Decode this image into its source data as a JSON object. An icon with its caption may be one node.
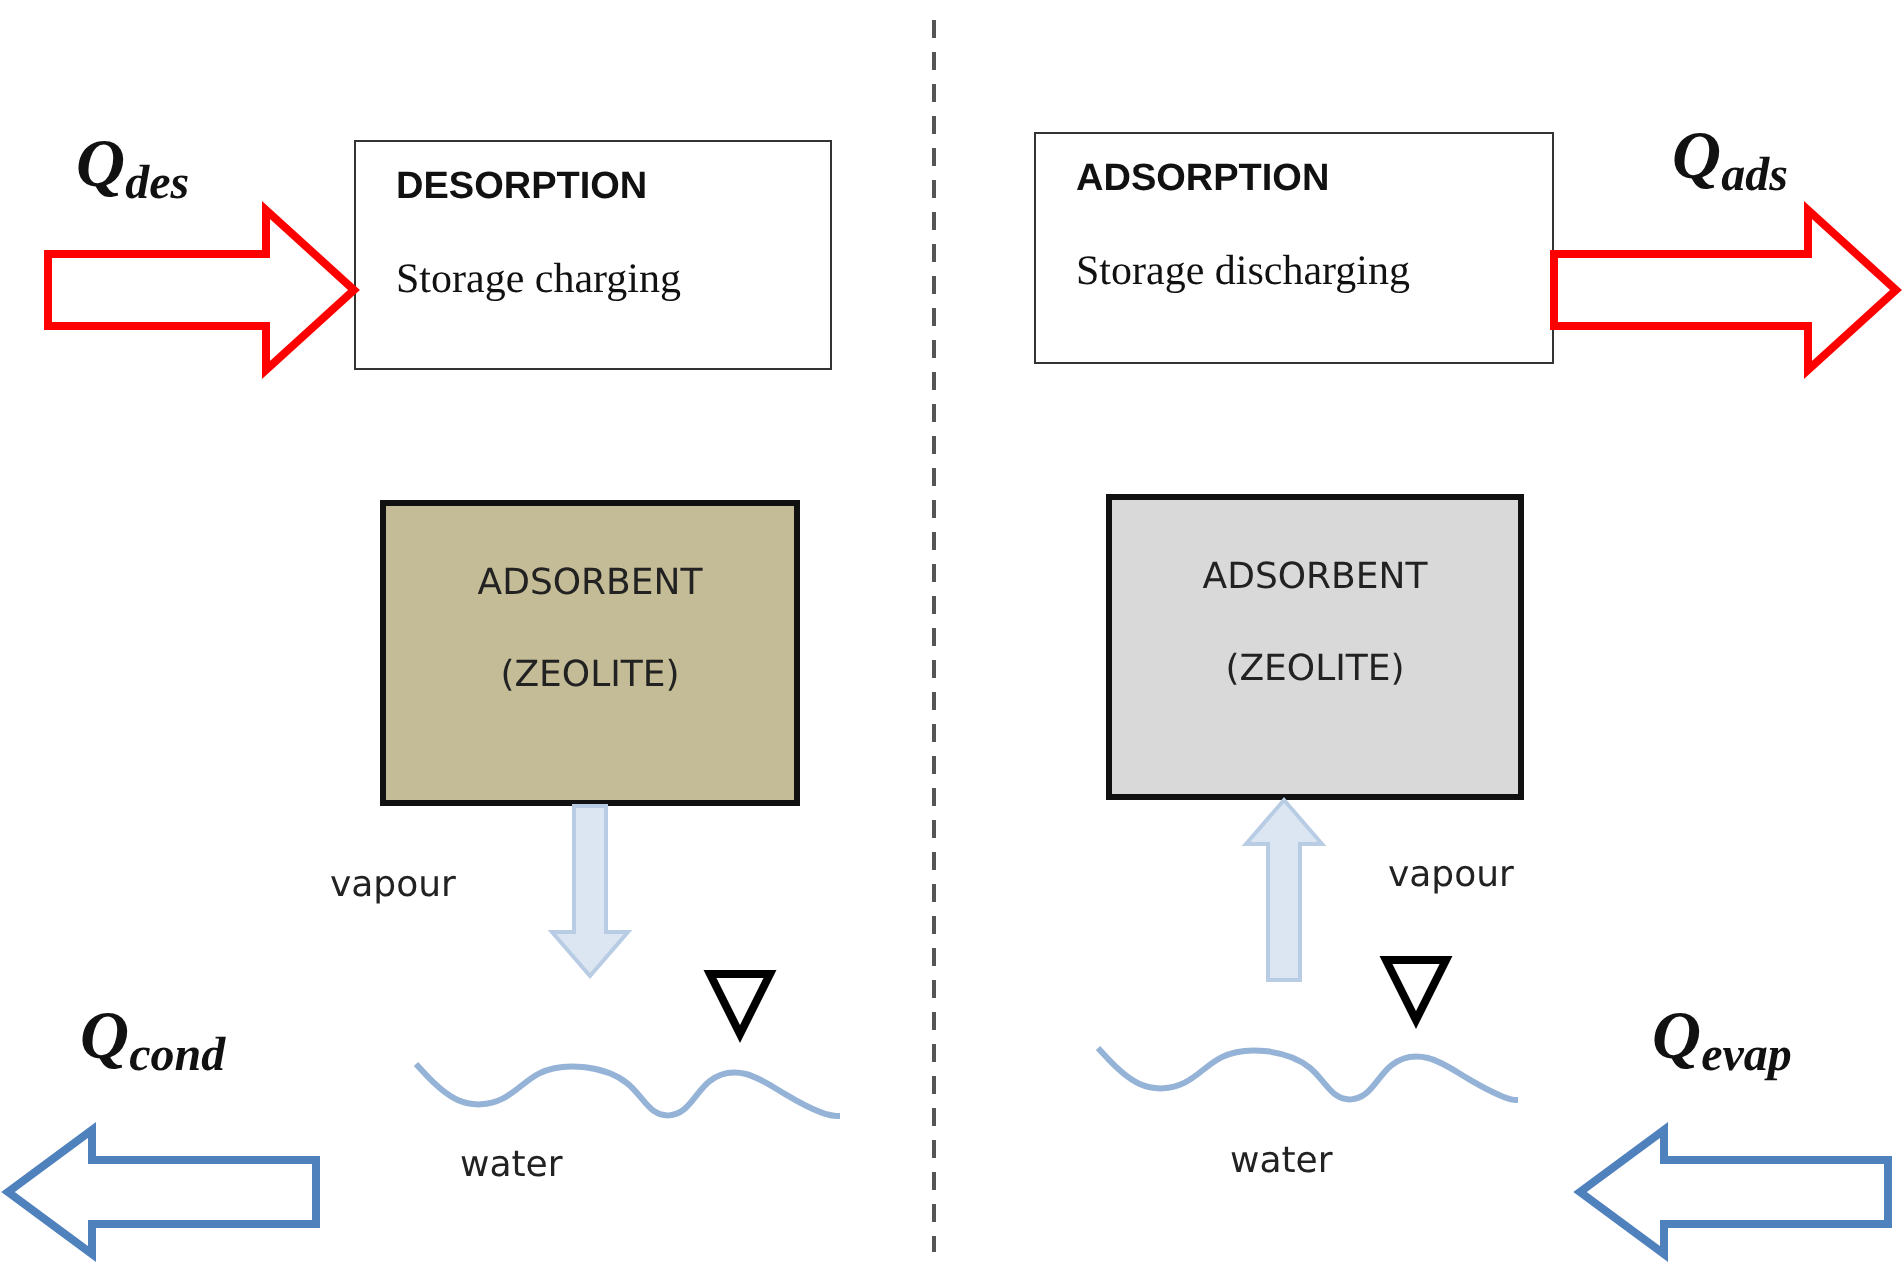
{
  "diagram": {
    "nodes": [
      {
        "text": [
          "DESORPTION",
          "Storage charging"
        ]
      },
      {
        "text": [
          "ADSORPTION",
          "Storage discharging"
        ]
      },
      {
        "text": [
          "ADSORBENT",
          "(ZEOLITE)"
        ]
      },
      {
        "text": [
          "ADSORBENT",
          "(ZEOLITE)"
        ]
      },
      {
        "text": [],
        "shape": "wave",
        "beside": [
          "water"
        ]
      },
      {
        "text": [],
        "shape": "wave",
        "beside": [
          "water"
        ]
      }
    ],
    "edges": [
      {
        "from": null,
        "to": 0,
        "arrow": "to",
        "label": "Q$_{des}$",
        "style": "thick",
        "color": "#ff0000"
      },
      {
        "from": 1,
        "to": null,
        "arrow": "to",
        "label": "Q$_{ads}$",
        "style": "thick",
        "color": "#ff0000"
      },
      {
        "from": 2,
        "to": 4,
        "arrow": "to",
        "label": "vapour",
        "color": "#b8cce4"
      },
      {
        "from": 5,
        "to": 3,
        "arrow": "to",
        "label": "vapour",
        "color": "#b8cce4"
      }
    ],
    "labels": [
      "Q$_{cond}$",
      "Q$_{evap}$"
    ]
  }
}
